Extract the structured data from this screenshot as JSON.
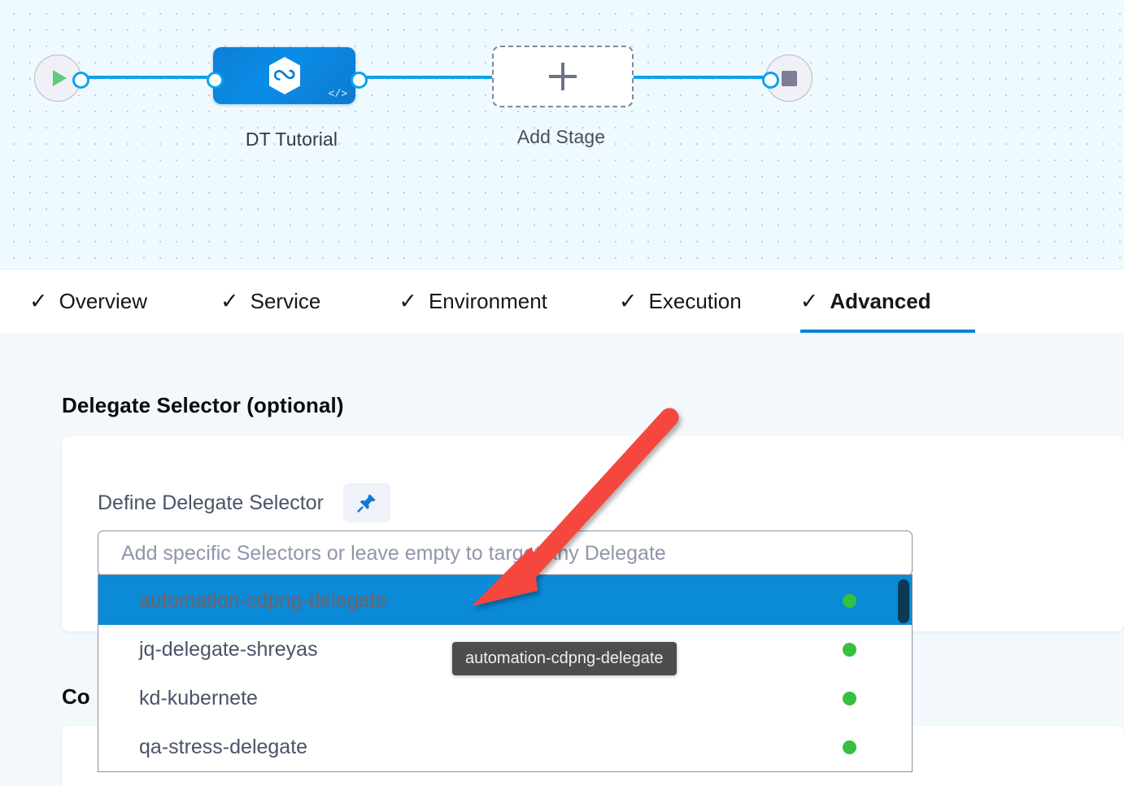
{
  "pipeline": {
    "start_node": {
      "icon": "play-icon"
    },
    "end_node": {
      "icon": "stop-icon"
    },
    "stage": {
      "label": "DT Tutorial",
      "icon": "harness-hexagon-icon",
      "badge_icon": "code-icon",
      "badge_glyph": "</>"
    },
    "add_stage": {
      "label": "Add Stage",
      "icon": "plus-icon"
    },
    "accent_color": "#0aa3ec",
    "canvas_bg": "#effaff"
  },
  "tabs": [
    {
      "label": "Overview",
      "check": "✓",
      "active": false
    },
    {
      "label": "Service",
      "check": "✓",
      "active": false
    },
    {
      "label": "Environment",
      "check": "✓",
      "active": false
    },
    {
      "label": "Execution",
      "check": "✓",
      "active": false
    },
    {
      "label": "Advanced",
      "check": "✓",
      "active": true
    }
  ],
  "tab_active_underline_color": "#0a84d8",
  "main": {
    "section_title": "Delegate Selector (optional)",
    "define_label": "Define Delegate Selector",
    "pin_icon": "pin-icon",
    "pin_glyph": "📌",
    "second_section_title": "Co"
  },
  "combobox": {
    "placeholder": "Add specific Selectors or leave empty to target any Delegate",
    "value": "",
    "options": [
      {
        "label": "automation-cdpng-delegate",
        "status": "connected",
        "selected": true
      },
      {
        "label": "jq-delegate-shreyas",
        "status": "connected",
        "selected": false
      },
      {
        "label": "kd-kubernete",
        "status": "connected",
        "selected": false
      },
      {
        "label": "qa-stress-delegate",
        "status": "connected",
        "selected": false
      }
    ],
    "status_dot_color": "#35c03f",
    "selected_bg_color": "#0a8ad7",
    "scrollbar_color": "#0b3b54"
  },
  "tooltip": {
    "text": "automation-cdpng-delegate"
  },
  "annotation": {
    "type": "arrow",
    "color": "#f5473c",
    "points_to": "automation-cdpng-delegate"
  }
}
